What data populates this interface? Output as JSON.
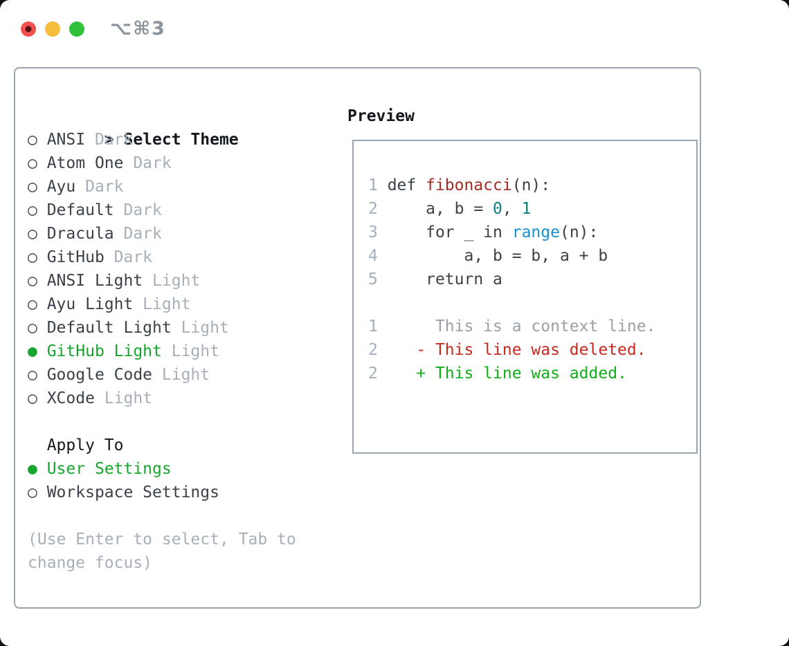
{
  "window": {
    "title": "⌥⌘3",
    "controls": [
      {
        "name": "close",
        "color": "#f2504e",
        "dot": "#5a1210"
      },
      {
        "name": "minimize",
        "color": "#f6bd3b",
        "dot": null
      },
      {
        "name": "zoom",
        "color": "#31c13d",
        "dot": null
      }
    ]
  },
  "theme_panel": {
    "focus_indicator": ">",
    "title": "Select Theme",
    "themes": [
      {
        "name": "ANSI",
        "variant": "Dark",
        "selected": false
      },
      {
        "name": "Atom One",
        "variant": "Dark",
        "selected": false
      },
      {
        "name": "Ayu",
        "variant": "Dark",
        "selected": false
      },
      {
        "name": "Default",
        "variant": "Dark",
        "selected": false
      },
      {
        "name": "Dracula",
        "variant": "Dark",
        "selected": false
      },
      {
        "name": "GitHub",
        "variant": "Dark",
        "selected": false
      },
      {
        "name": "ANSI Light",
        "variant": "Light",
        "selected": false
      },
      {
        "name": "Ayu Light",
        "variant": "Light",
        "selected": false
      },
      {
        "name": "Default Light",
        "variant": "Light",
        "selected": false
      },
      {
        "name": "GitHub Light",
        "variant": "Light",
        "selected": true
      },
      {
        "name": "Google Code",
        "variant": "Light",
        "selected": false
      },
      {
        "name": "XCode",
        "variant": "Light",
        "selected": false
      }
    ],
    "apply_to": {
      "label": "Apply To",
      "options": [
        {
          "name": "User Settings",
          "selected": true
        },
        {
          "name": "Workspace Settings",
          "selected": false
        }
      ]
    },
    "hint_lines": [
      "(Use Enter to select, Tab to",
      "change focus)"
    ]
  },
  "preview": {
    "title": "Preview",
    "code_lines": [
      {
        "num": "1",
        "tokens": [
          {
            "t": "def ",
            "c": "code"
          },
          {
            "t": "fibonacci",
            "c": "func"
          },
          {
            "t": "(n):",
            "c": "code"
          }
        ]
      },
      {
        "num": "2",
        "tokens": [
          {
            "t": "    a, b = ",
            "c": "code"
          },
          {
            "t": "0",
            "c": "number"
          },
          {
            "t": ", ",
            "c": "code"
          },
          {
            "t": "1",
            "c": "number"
          }
        ]
      },
      {
        "num": "3",
        "tokens": [
          {
            "t": "    for _ in ",
            "c": "code"
          },
          {
            "t": "range",
            "c": "builtin"
          },
          {
            "t": "(n):",
            "c": "code"
          }
        ]
      },
      {
        "num": "4",
        "tokens": [
          {
            "t": "        a, b = b, a + b",
            "c": "code"
          }
        ]
      },
      {
        "num": "5",
        "tokens": [
          {
            "t": "    return a",
            "c": "code"
          }
        ]
      }
    ],
    "diff_lines": [
      {
        "num": "1",
        "tokens": [
          {
            "t": "     This is a context line.",
            "c": "context"
          }
        ]
      },
      {
        "num": "2",
        "tokens": [
          {
            "t": "   ",
            "c": "context"
          },
          {
            "t": "- This line was deleted.",
            "c": "deleted"
          }
        ]
      },
      {
        "num": "2",
        "tokens": [
          {
            "t": "   ",
            "c": "context"
          },
          {
            "t": "+ This line was added.",
            "c": "added"
          }
        ]
      }
    ]
  },
  "colors": {
    "border": "#9aa4ae",
    "titlebar_text": "#8b939b",
    "header_text": "#14181c",
    "item_text": "#3b4148",
    "muted": "#a7afb9",
    "accent_green": "#17a52e",
    "lineno": "#a3aebb",
    "code_text": "#3b4148",
    "func_red": "#a32c24",
    "number_teal": "#0b7e81",
    "builtin_blue": "#1691ce",
    "context_gray": "#9aa0a8",
    "deleted_red": "#c9281c",
    "added_green": "#10ae17"
  }
}
